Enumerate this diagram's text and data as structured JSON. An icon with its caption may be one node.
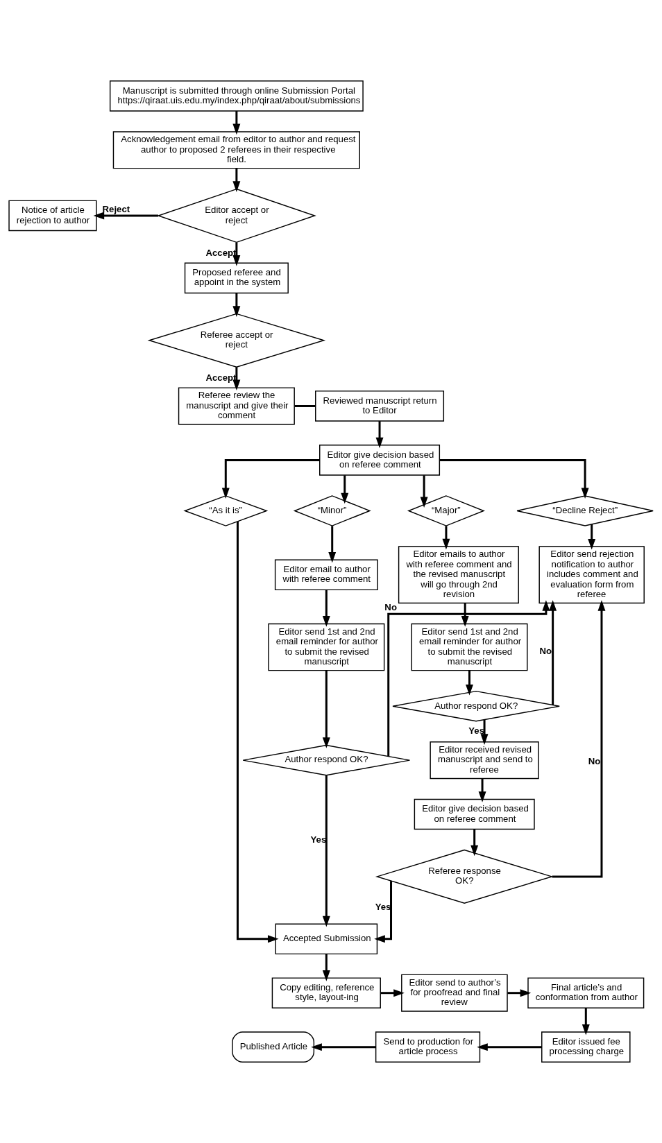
{
  "diagram": {
    "nodes": [
      {
        "text": [
          "Manuscript is submitted through online Submission Portal",
          "https://qiraat.uis.edu.my/index.php/qiraat/about/submissions"
        ]
      },
      {
        "text": [
          "Acknowledgement email from editor to author and request author to proposed 2 referees in their respective field."
        ]
      },
      {
        "text": [
          "Notice of article rejection to author"
        ]
      },
      {
        "text": [
          "Editor accept or reject"
        ]
      },
      {
        "text": [
          "Proposed referee and appoint in the system"
        ]
      },
      {
        "text": [
          "Referee accept or reject"
        ]
      },
      {
        "text": [
          "Referee review the manuscript and give their comment"
        ]
      },
      {
        "text": [
          "Reviewed manuscript return to Editor"
        ]
      },
      {
        "text": [
          "Editor give decision based on referee comment"
        ]
      },
      {
        "text": [
          "“As it is”"
        ]
      },
      {
        "text": [
          "“Minor”"
        ]
      },
      {
        "text": [
          "“Major”"
        ]
      },
      {
        "text": [
          "“Decline Reject”"
        ]
      },
      {
        "text": [
          "Editor email to author with referee comment"
        ]
      },
      {
        "text": [
          "Editor emails to author with referee comment and the revised manuscript will go through 2nd revision"
        ]
      },
      {
        "text": [
          "Editor send rejection notification to author includes comment and evaluation form from referee"
        ]
      },
      {
        "text": [
          "Editor send 1st and 2nd email reminder for author to submit the revised manuscript"
        ]
      },
      {
        "text": [
          "Editor send 1st and 2nd email reminder for author to submit the revised manuscript"
        ]
      },
      {
        "text": [
          "Author respond OK?"
        ]
      },
      {
        "text": [
          "Author respond OK?"
        ]
      },
      {
        "text": [
          "Editor received revised manuscript and send to referee"
        ]
      },
      {
        "text": [
          "Editor give decision based on referee comment"
        ]
      },
      {
        "text": [
          "Referee response OK?"
        ]
      },
      {
        "text": [
          "Accepted Submission"
        ]
      },
      {
        "text": [
          "Copy editing, reference style, layout-ing"
        ]
      },
      {
        "text": [
          "Editor send to author’s for proofread and final review"
        ]
      },
      {
        "text": [
          "Final article’s and conformation from author"
        ]
      },
      {
        "text": [
          "Editor issued fee processing charge"
        ]
      },
      {
        "text": [
          "Send to production for article process"
        ]
      },
      {
        "text": [
          "Published Article"
        ]
      }
    ],
    "edges": [
      {
        "from": 0,
        "to": 1,
        "arrow": "to"
      },
      {
        "from": 1,
        "to": 3,
        "arrow": "to"
      },
      {
        "from": 3,
        "to": 2,
        "arrow": "to",
        "label": "Reject"
      },
      {
        "from": 3,
        "to": 4,
        "arrow": "to",
        "label": "Accept"
      },
      {
        "from": 4,
        "to": 5,
        "arrow": "to"
      },
      {
        "from": 5,
        "to": 6,
        "arrow": "to",
        "label": "Accept"
      },
      {
        "from": 6,
        "to": 7,
        "arrow": "none"
      },
      {
        "from": 7,
        "to": 8,
        "arrow": "to"
      },
      {
        "from": 8,
        "to": 9,
        "arrow": "to"
      },
      {
        "from": 8,
        "to": 10,
        "arrow": "to"
      },
      {
        "from": 8,
        "to": 11,
        "arrow": "to"
      },
      {
        "from": 8,
        "to": 12,
        "arrow": "to"
      },
      {
        "from": 9,
        "to": 23,
        "arrow": "to"
      },
      {
        "from": 10,
        "to": 13,
        "arrow": "to"
      },
      {
        "from": 13,
        "to": 16,
        "arrow": "to"
      },
      {
        "from": 16,
        "to": 18,
        "arrow": "to"
      },
      {
        "from": 18,
        "to": 23,
        "arrow": "to",
        "label": "Yes"
      },
      {
        "from": 18,
        "to": 15,
        "arrow": "to",
        "label": "No"
      },
      {
        "from": 11,
        "to": 14,
        "arrow": "to"
      },
      {
        "from": 14,
        "to": 17,
        "arrow": "to"
      },
      {
        "from": 17,
        "to": 19,
        "arrow": "to"
      },
      {
        "from": 19,
        "to": 15,
        "arrow": "to",
        "label": "No"
      },
      {
        "from": 19,
        "to": 20,
        "arrow": "to",
        "label": "Yes"
      },
      {
        "from": 20,
        "to": 21,
        "arrow": "to"
      },
      {
        "from": 21,
        "to": 22,
        "arrow": "to"
      },
      {
        "from": 22,
        "to": 23,
        "arrow": "to",
        "label": "Yes"
      },
      {
        "from": 22,
        "to": 15,
        "arrow": "to",
        "label": "No"
      },
      {
        "from": 12,
        "to": 15,
        "arrow": "to"
      },
      {
        "from": 23,
        "to": 24,
        "arrow": "to"
      },
      {
        "from": 24,
        "to": 25,
        "arrow": "to"
      },
      {
        "from": 25,
        "to": 26,
        "arrow": "to"
      },
      {
        "from": 26,
        "to": 27,
        "arrow": "to"
      },
      {
        "from": 27,
        "to": 28,
        "arrow": "to"
      },
      {
        "from": 28,
        "to": 29,
        "arrow": "to"
      }
    ]
  }
}
